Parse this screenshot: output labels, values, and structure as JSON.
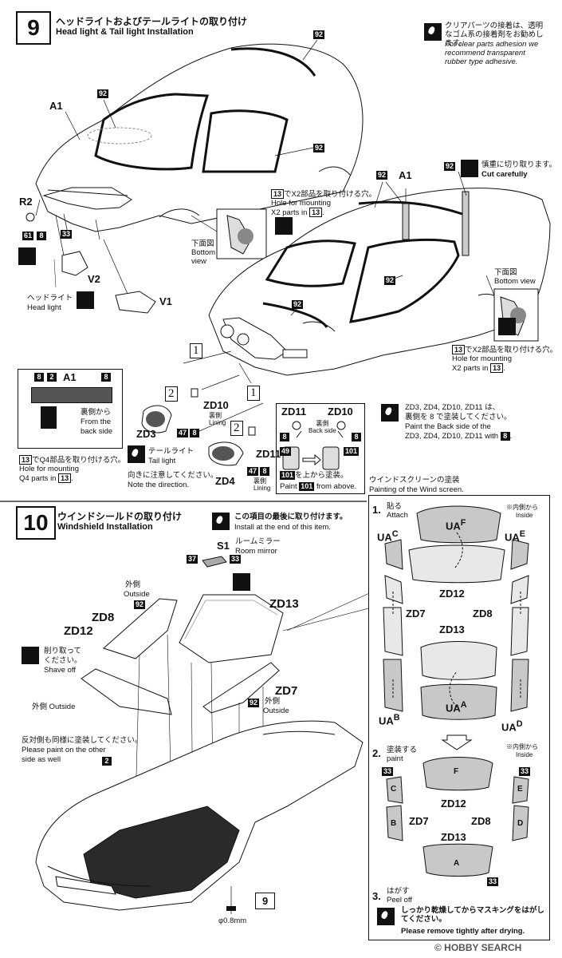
{
  "step9": {
    "number": "9",
    "title_jp": "ヘッドライトおよびテールライトの取り付け",
    "title_en": "Head light & Tail light Installation",
    "clear_note_jp": "クリアパーツの接着は、透明なゴム系の接着剤をお勧めします。",
    "clear_note_en": "For clear parts adhesion we recommend transparent rubber type adhesive.",
    "labels": {
      "a1_left": "A1",
      "a1_right": "A1",
      "r2": "R2",
      "v1": "V1",
      "v2": "V2",
      "n92a": "92",
      "n92b": "92",
      "n92c": "92",
      "n92d": "92",
      "n92e": "92",
      "n92f": "92",
      "n92g": "92",
      "n33": "33",
      "n61": "61",
      "n8": "8"
    },
    "headlight_jp": "ヘッドライト",
    "headlight_en": "Head light",
    "bottom_view_jp": "下面図",
    "bottom_view_en1": "Bottom",
    "bottom_view_en2": "view",
    "bottom_view_right_jp": "下面図",
    "bottom_view_right_en": "Bottom view",
    "hole_x2_jp": "でX2部品を取り付ける穴。",
    "hole_x2_en1": "Hole for mounting",
    "hole_x2_en2": "X2 parts in",
    "hole_num": "13",
    "cut_jp": "慎重に切り取ります。",
    "cut_en": "Cut carefully",
    "a1_detail_label": "A1",
    "a1_detail_nums": [
      "8",
      "2",
      "8"
    ],
    "back_jp": "裏側から",
    "back_en1": "From the",
    "back_en2": "back side",
    "q4_jp": "でQ4部品を取り付ける穴。",
    "q4_en1": "Hole for mounting",
    "q4_en2": "Q4 parts in",
    "zd10": "ZD10",
    "zd3": "ZD3",
    "zd11": "ZD11",
    "zd4": "ZD4",
    "lining_jp": "裏側",
    "lining_en": "Lining",
    "n47": "47",
    "taillight_jp": "テールライト",
    "taillight_en": "Tail light",
    "direction_jp": "向きに注意してください。",
    "direction_en": "Note the direction.",
    "roman1": "1",
    "roman2": "2",
    "paint_inset": {
      "zd11": "ZD11",
      "zd10": "ZD10",
      "back_jp": "裏側",
      "back_en": "Back side",
      "n8": "8",
      "n49": "49",
      "n101": "101",
      "from_above_jp": "を上から塗装。",
      "from_above_en": "from above.",
      "paint_word": "Paint"
    },
    "paint_back_jp": "ZD3, ZD4, ZD10, ZD11 は、",
    "paint_back_jp2": "裏側を 8 で塗装してください。",
    "paint_back_en1": "Paint the Back side of the",
    "paint_back_en2": "ZD3, ZD4, ZD10, ZD11 with"
  },
  "step10": {
    "number": "10",
    "title_jp": "ウインドシールドの取り付け",
    "title_en": "Windshield Installation",
    "install_end_jp": "この項目の最後に取り付けます。",
    "install_end_en": "Install at the end of this item.",
    "s1": "S1",
    "room_mirror_jp": "ルームミラー",
    "room_mirror_en": "Room mirror",
    "n37": "37",
    "n33": "33",
    "n92a": "92",
    "n92b": "92",
    "outside_jp": "外側",
    "outside_en": "Outside",
    "outside2_jp": "外側",
    "outside2_en": "Outside",
    "outside3": "外側 Outside",
    "zd8": "ZD8",
    "zd12": "ZD12",
    "zd13": "ZD13",
    "zd7": "ZD7",
    "shave_jp1": "削り取って",
    "shave_jp2": "ください。",
    "shave_en": "Shave off",
    "other_side_jp": "反対側も同様に塗装してください。",
    "other_side_en1": "Please paint on the other",
    "other_side_en2": "side as well",
    "n2": "2",
    "n9": "9",
    "drill": "φ0.8mm"
  },
  "windscreen": {
    "title_jp": "ウインドスクリーンの塗装",
    "title_en": "Painting of the Wind screen.",
    "step1_num": "1.",
    "step1_jp": "貼る",
    "step1_en": "Attach",
    "inside_jp": "※内側から",
    "inside_en": "Inside",
    "uaf": "UA",
    "uac": "UA",
    "uae": "UA",
    "uab": "UA",
    "uaa": "UA",
    "uad": "UA",
    "circ": [
      "F",
      "C",
      "E",
      "B",
      "A",
      "D"
    ],
    "zd12": "ZD12",
    "zd7": "ZD7",
    "zd8": "ZD8",
    "zd13": "ZD13",
    "step2_num": "2.",
    "step2_jp": "塗装する",
    "step2_en": "paint",
    "inside2_jp": "※内側から",
    "inside2_en": "Inside",
    "n33": "33",
    "zd12b": "ZD12",
    "zd7b": "ZD7",
    "zd8b": "ZD8",
    "zd13b": "ZD13",
    "step3_num": "3.",
    "step3_jp": "はがす",
    "step3_en": "Peel off",
    "remove_jp": "しっかり乾燥してからマスキングをはがしてください。",
    "remove_en": "Please remove tightly after drying."
  },
  "watermark": "© HOBBY SEARCH"
}
